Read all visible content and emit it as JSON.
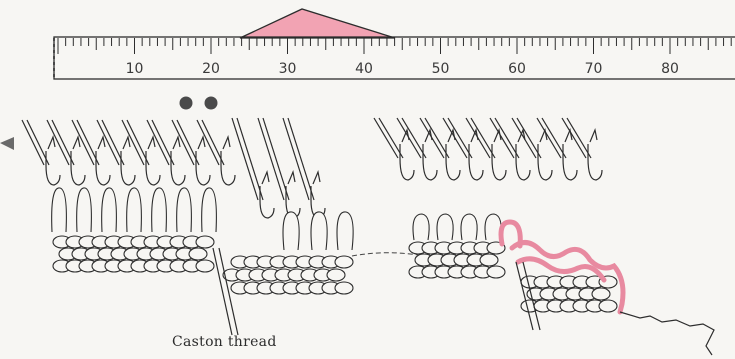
{
  "ruler": {
    "labels": [
      "10",
      "20",
      "30",
      "40",
      "50",
      "60",
      "70",
      "80"
    ]
  },
  "caption": "Caston thread",
  "colors": {
    "accent_pink": "#f2a3b3",
    "line": "#2d2d2d",
    "paper": "#f7f6f3"
  }
}
